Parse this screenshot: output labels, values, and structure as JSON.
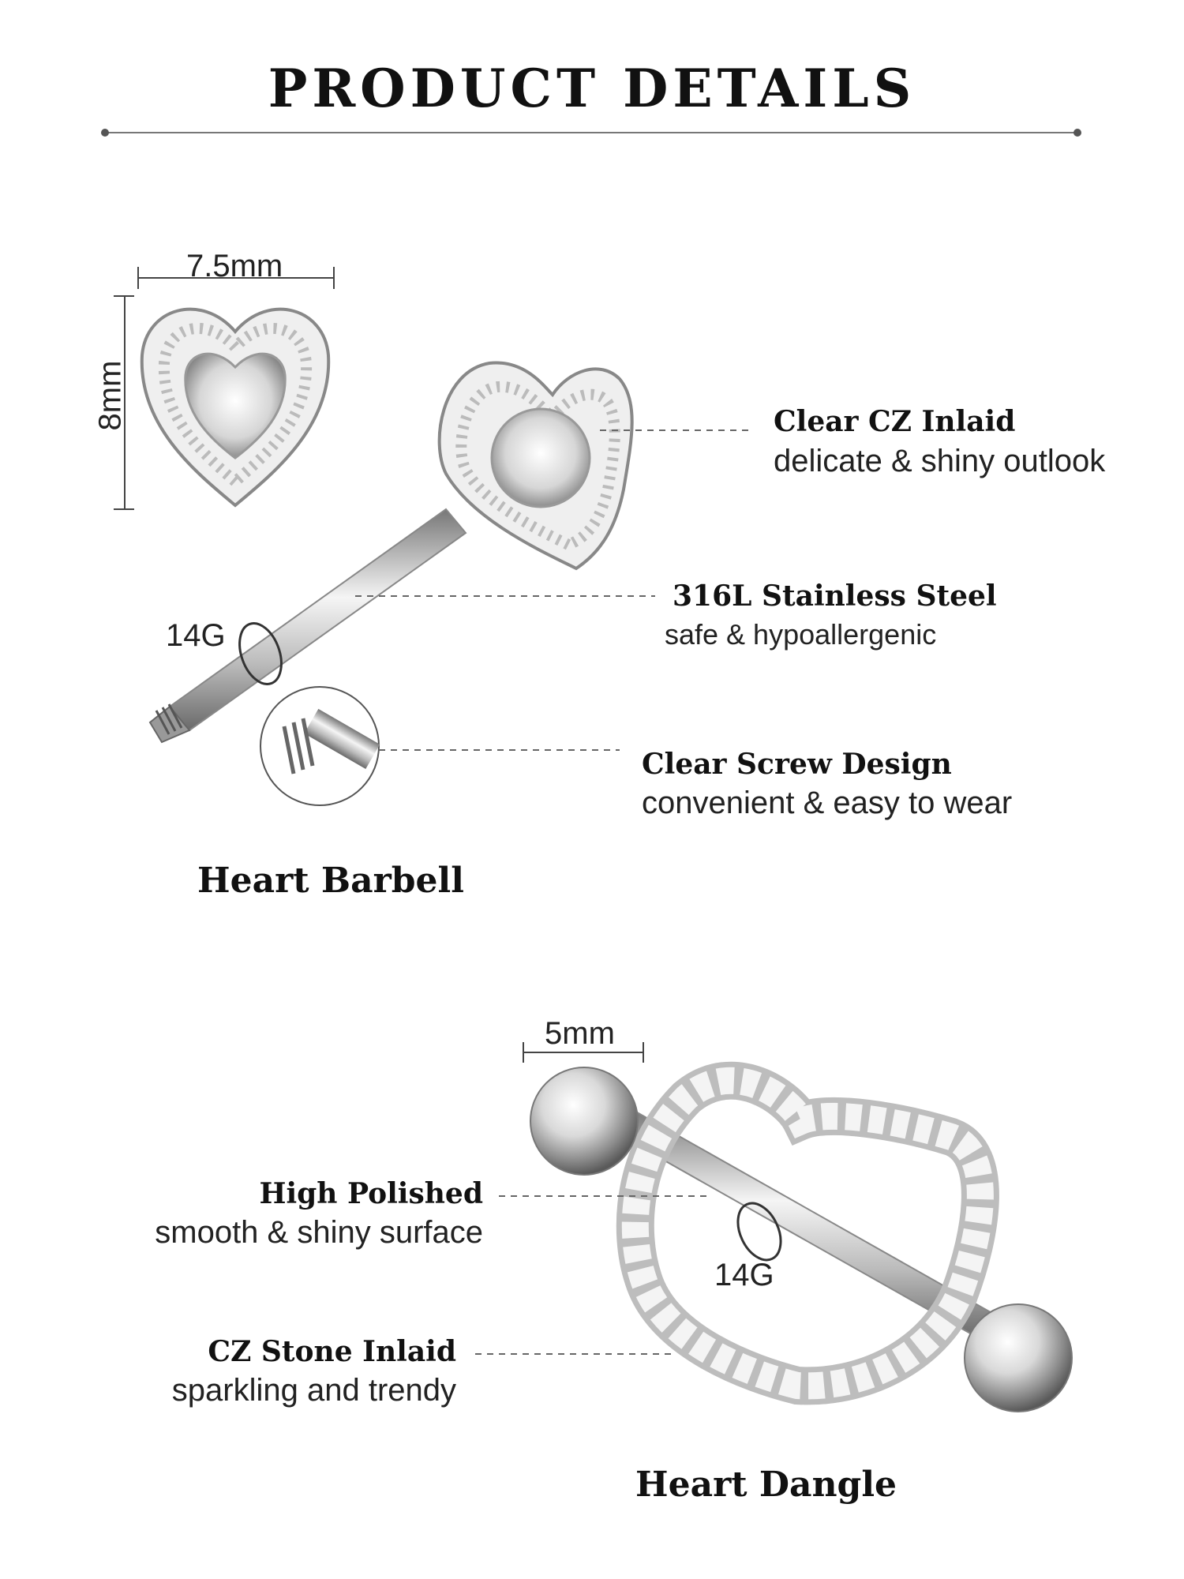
{
  "header": {
    "title": "PRODUCT DETAILS"
  },
  "barbell": {
    "name": "Heart Barbell",
    "dims": {
      "width": "7.5mm",
      "height": "8mm",
      "gauge": "14G"
    },
    "features": [
      {
        "title": "Clear CZ Inlaid",
        "subtitle": "delicate & shiny outlook"
      },
      {
        "title": "316L Stainless Steel",
        "subtitle": "safe & hypoallergenic"
      },
      {
        "title": "Clear Screw Design",
        "subtitle": "convenient  & easy to wear"
      }
    ]
  },
  "dangle": {
    "name": "Heart Dangle",
    "dims": {
      "width": "5mm",
      "gauge": "14G"
    },
    "features": [
      {
        "title": "High Polished",
        "subtitle": "smooth & shiny surface"
      },
      {
        "title": "CZ Stone Inlaid",
        "subtitle": "sparkling and trendy"
      }
    ]
  },
  "colors": {
    "text": "#111111",
    "line": "#555555",
    "metal": "#c8c8c8"
  }
}
